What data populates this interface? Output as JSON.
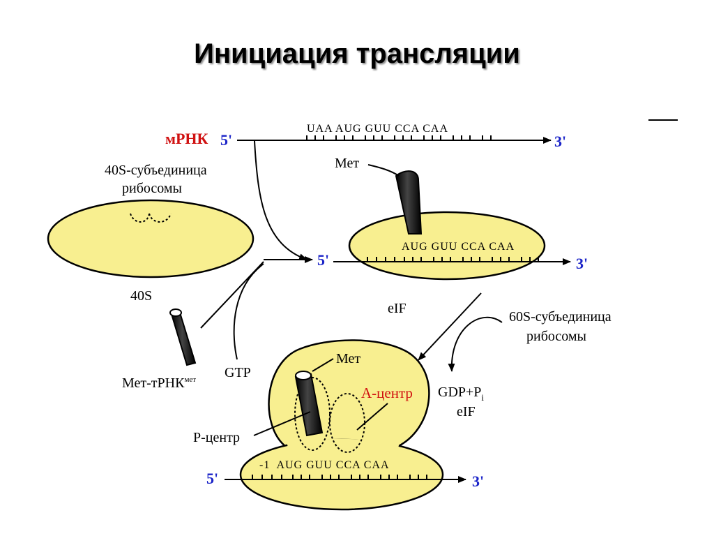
{
  "title": "Инициация трансляции",
  "colors": {
    "ribosome": "#f8ef90",
    "prime_label": "#1a23c8",
    "highlight": "#d01010",
    "trna": "#111111"
  },
  "mrna": {
    "label": "мРНК",
    "five_prime": "5'",
    "three_prime": "3'",
    "codons_top": "UAA AUG GUU CCA CAA",
    "codons_mid": "AUG GUU CCA CAA",
    "codons_bottom": "-1  AUG GUU CCA CAA"
  },
  "labels": {
    "subunit40_line1": "40S-субъединица",
    "subunit40_line2": "рибосомы",
    "subunit40_short": "40S",
    "met_trna": "Мет-тРНК",
    "met_sup": "мет",
    "gtp": "GTP",
    "met_top": "Мет",
    "met_bottom": "Мет",
    "eif_top": "eIF",
    "subunit60_line1": "60S-субъединица",
    "subunit60_line2": "рибосомы",
    "gdp": "GDP+P",
    "gdp_sub": "i",
    "eif_bottom": "eIF",
    "a_site": "А-центр",
    "p_site": "Р-центр"
  }
}
